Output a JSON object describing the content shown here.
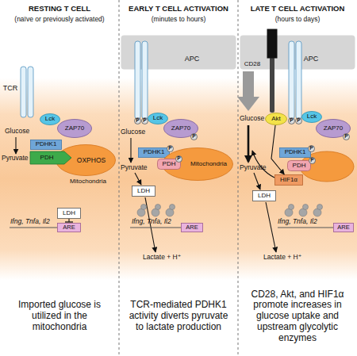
{
  "diagram": {
    "nodes": [
      {
        "text": [
          "TCR"
        ]
      },
      {
        "text": [
          "Lck"
        ]
      },
      {
        "text": [
          "ZAP70"
        ]
      },
      {
        "text": [
          "PDHK1"
        ]
      },
      {
        "text": [
          "OXPHOS",
          "Mitochondria"
        ]
      },
      {
        "text": [
          "PDH"
        ]
      },
      {
        "text": [
          "LDH"
        ]
      },
      {
        "text": [
          "ARE"
        ]
      },
      {
        "text": [
          "APC"
        ]
      },
      {
        "text": [
          "Lck"
        ]
      },
      {
        "text": [
          "ZAP70"
        ]
      },
      {
        "text": [
          "PDHK1"
        ]
      },
      {
        "text": [
          "Mitochondria"
        ]
      },
      {
        "text": [
          "PDH"
        ],
        "in": 12
      },
      {
        "text": [
          "LDH"
        ]
      },
      {
        "text": [
          "ARE"
        ]
      },
      {
        "text": [
          "APC"
        ]
      },
      {
        "text": [
          "CD28"
        ]
      },
      {
        "text": [
          "Akt"
        ]
      },
      {
        "text": [
          "Lck"
        ]
      },
      {
        "text": [
          "ZAP70"
        ]
      },
      {
        "text": [
          "PDHK1"
        ]
      },
      {
        "text": [
          "PDH"
        ]
      },
      {
        "text": [
          "HIF1α"
        ]
      },
      {
        "text": [
          "LDH"
        ]
      },
      {
        "text": [
          "ARE"
        ]
      },
      {
        "text": [
          "P"
        ]
      },
      {
        "text": [
          "P"
        ]
      },
      {
        "text": [
          "P"
        ]
      },
      {
        "text": [
          "P"
        ]
      },
      {
        "text": [
          "P"
        ]
      },
      {
        "text": [
          "P"
        ]
      },
      {
        "text": [
          "P"
        ]
      },
      {
        "text": [
          "P"
        ]
      },
      {
        "text": [
          "P"
        ]
      },
      {
        "text": [
          "P"
        ]
      }
    ],
    "edges": [
      {
        "from": 18,
        "to": 23,
        "arrow": "to"
      }
    ],
    "labels": [
      "RESTING T CELL",
      "(naïve or previously activated)",
      "EARLY T CELL ACTIVATION",
      "(minutes to hours)",
      "LATE T CELL ACTIVATION",
      "(hours to days)",
      "Glucose",
      "Pyruvate",
      "Ifng, Tnfa, Il2",
      "Glucose",
      "Pyruvate",
      "Lactate + H⁺",
      "Ifng, Tnfa, Il2",
      "Glucose",
      "Pyruvate",
      "Lactate + H⁺",
      "Ifng, Tnfa, Il2",
      "Imported glucose is utilized in the mitochondria",
      "TCR-mediated PDHK1 activity diverts pyruvate to lactate production",
      "CD28, Akt, and HIF1α promote increases in glucose uptake and upstream glycolytic enzymes"
    ]
  }
}
